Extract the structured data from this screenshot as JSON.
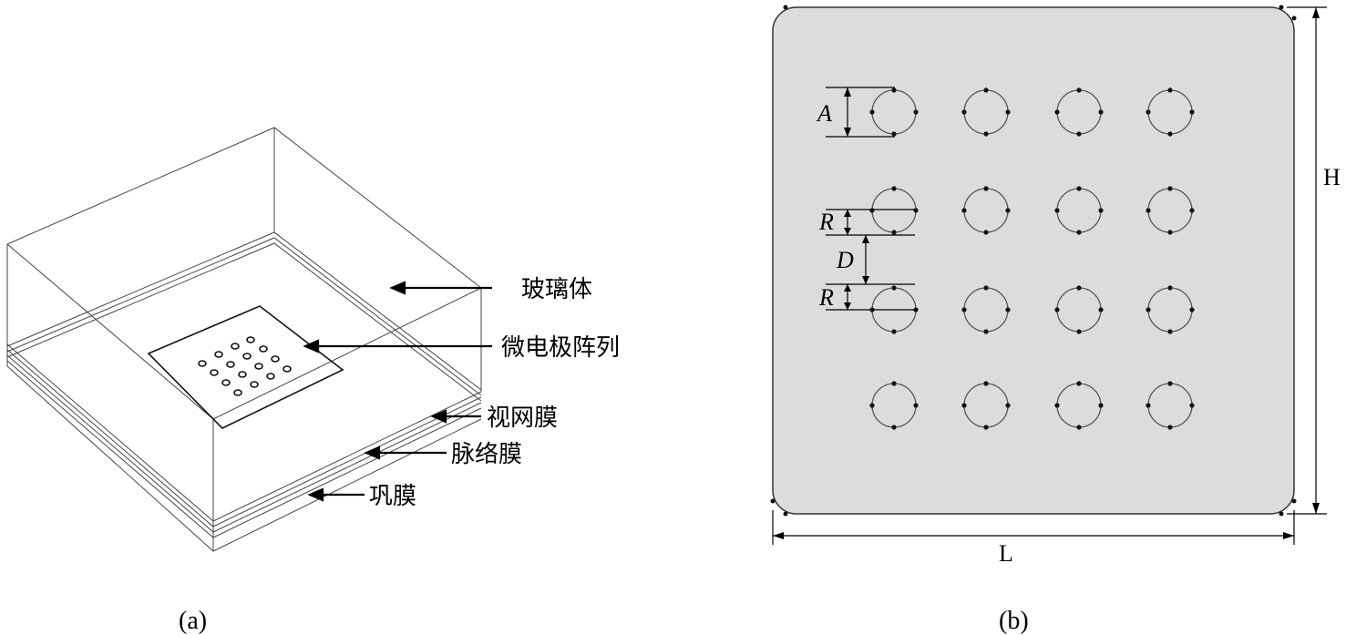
{
  "figure_a": {
    "caption": "(a)",
    "labels": {
      "vitreous": "玻璃体",
      "microelectrode_array": "微电极阵列",
      "retina": "视网膜",
      "choroid": "脉络膜",
      "sclera": "巩膜"
    }
  },
  "figure_b": {
    "caption": "(b)",
    "dimensions": {
      "electrode_spacing": "A",
      "radius_upper": "R",
      "gap": "D",
      "radius_lower": "R",
      "height": "H",
      "length": "L"
    },
    "electrode_grid": {
      "rows": 4,
      "columns": 4
    },
    "colors": {
      "substrate": "#dcdcdc",
      "outline": "#333333"
    }
  }
}
